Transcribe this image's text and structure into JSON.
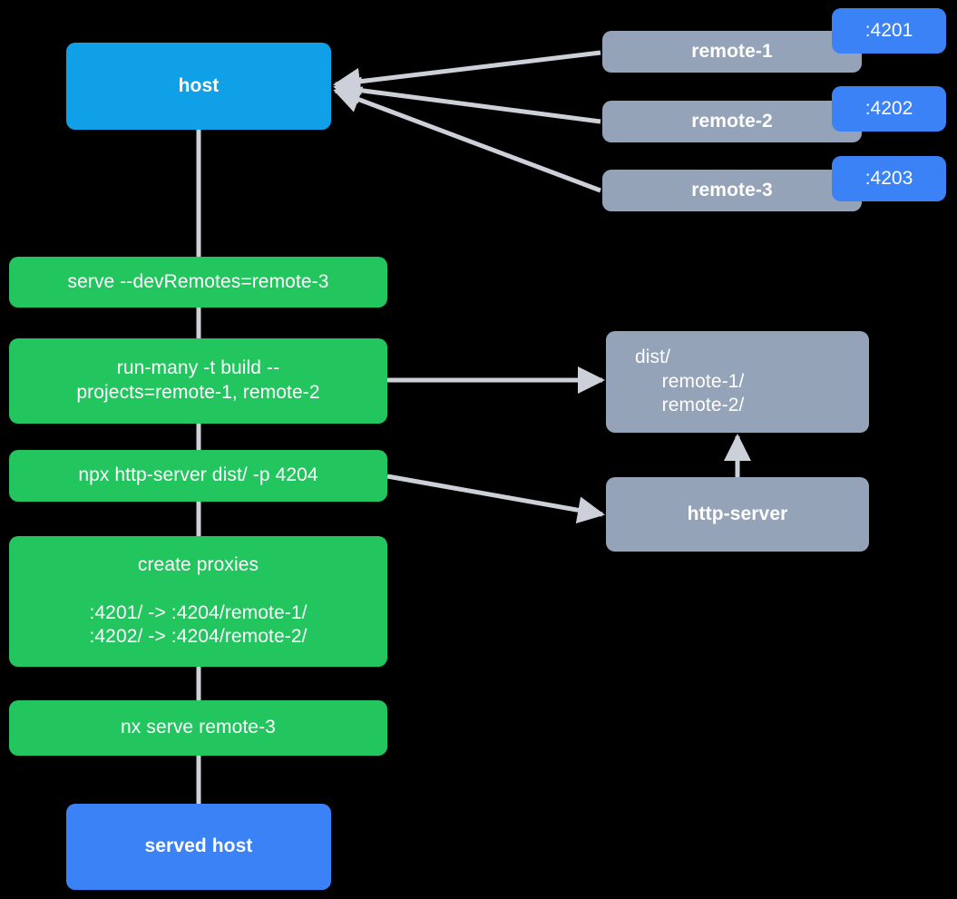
{
  "diagram": {
    "type": "flow-diagram",
    "background": "#000000",
    "edge_color": "#ccd0d9",
    "palette": {
      "host": "#0fa0e8",
      "served_host": "#3b82f6",
      "command": "#22c55e",
      "remote": "#94a3b8",
      "artifact": "#94a3b8",
      "service": "#94a3b8",
      "port_badge": "#3b82f6",
      "text": "#ffffff"
    }
  },
  "nodes": {
    "host": {
      "label": "host"
    },
    "served_host": {
      "label": "served host"
    },
    "remotes": [
      {
        "label": "remote-1",
        "port": ":4201"
      },
      {
        "label": "remote-2",
        "port": ":4202"
      },
      {
        "label": "remote-3",
        "port": ":4203"
      }
    ],
    "commands": [
      {
        "id": "serve",
        "label": "serve --devRemotes=remote-3"
      },
      {
        "id": "run-many",
        "label": "run-many -t build --\nprojects=remote-1, remote-2"
      },
      {
        "id": "http-server-cmd",
        "label": "npx http-server dist/ -p 4204"
      },
      {
        "id": "create-proxies",
        "title": "create proxies",
        "lines": ":4201/ -> :4204/remote-1/\n:4202/ -> :4204/remote-2/"
      },
      {
        "id": "nx-serve",
        "label": "nx serve remote-3"
      }
    ],
    "dist": {
      "label": "dist/\n     remote-1/\n     remote-2/"
    },
    "http_server": {
      "label": "http-server"
    }
  },
  "edges": [
    {
      "from": "remote-1",
      "to": "host"
    },
    {
      "from": "remote-2",
      "to": "host"
    },
    {
      "from": "remote-3",
      "to": "host"
    },
    {
      "from": "host",
      "to": "serve"
    },
    {
      "from": "serve",
      "to": "run-many"
    },
    {
      "from": "run-many",
      "to": "dist"
    },
    {
      "from": "run-many",
      "to": "http-server-cmd"
    },
    {
      "from": "http-server-cmd",
      "to": "http-server"
    },
    {
      "from": "http-server-cmd",
      "to": "create-proxies"
    },
    {
      "from": "http-server",
      "to": "dist"
    },
    {
      "from": "create-proxies",
      "to": "nx-serve"
    },
    {
      "from": "nx-serve",
      "to": "served-host"
    }
  ]
}
